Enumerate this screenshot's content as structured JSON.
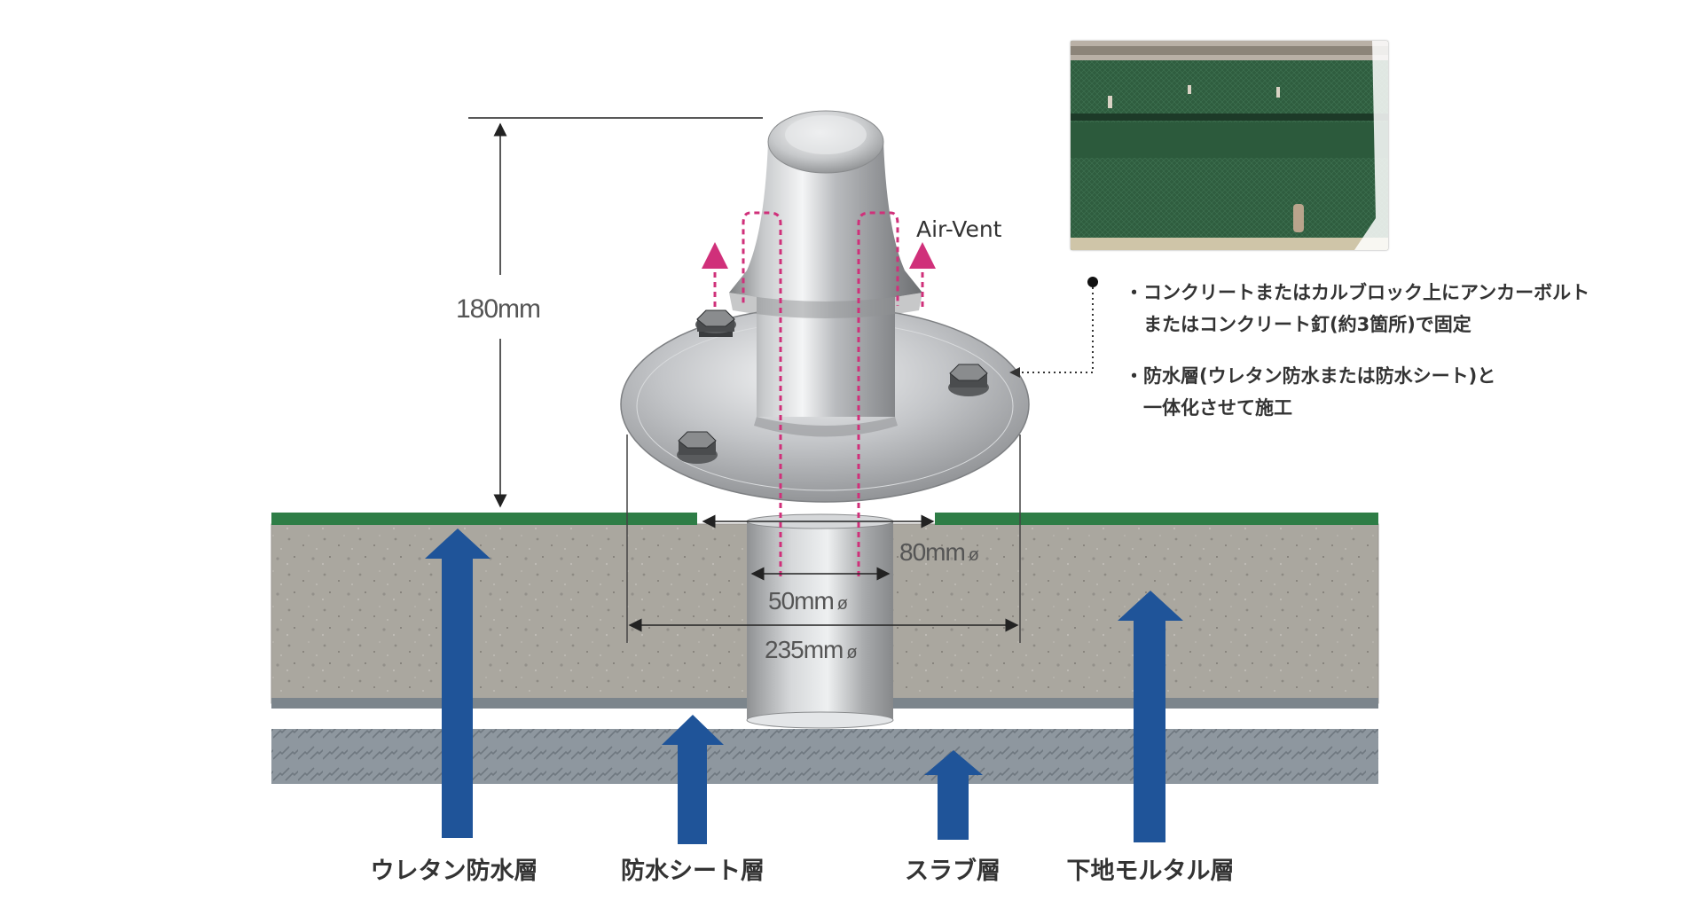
{
  "diagram": {
    "airvent_label": "Air-Vent",
    "dimensions": {
      "height": "180mm",
      "flange_gap": "80mm",
      "pipe": "50mm",
      "base": "235mm",
      "diameter_symbol": "ø"
    },
    "notes": [
      [
        "・コンクリートまたはカルブロック上にアンカーボルト",
        "　またはコンクリート釘(約3箇所)で固定"
      ],
      [
        "・防水層(ウレタン防水または防水シート)と",
        "　一体化させて施工"
      ]
    ],
    "layer_labels": [
      "ウレタン防水層",
      "防水シート層",
      "スラブ層",
      "下地モルタル層"
    ],
    "colors": {
      "waterproof_layer": "#2e7d46",
      "arrow_blue": "#1f5499",
      "airflow_dash": "#d0307a",
      "slab": "#8a949c",
      "mortar": "#a7a49c"
    }
  }
}
